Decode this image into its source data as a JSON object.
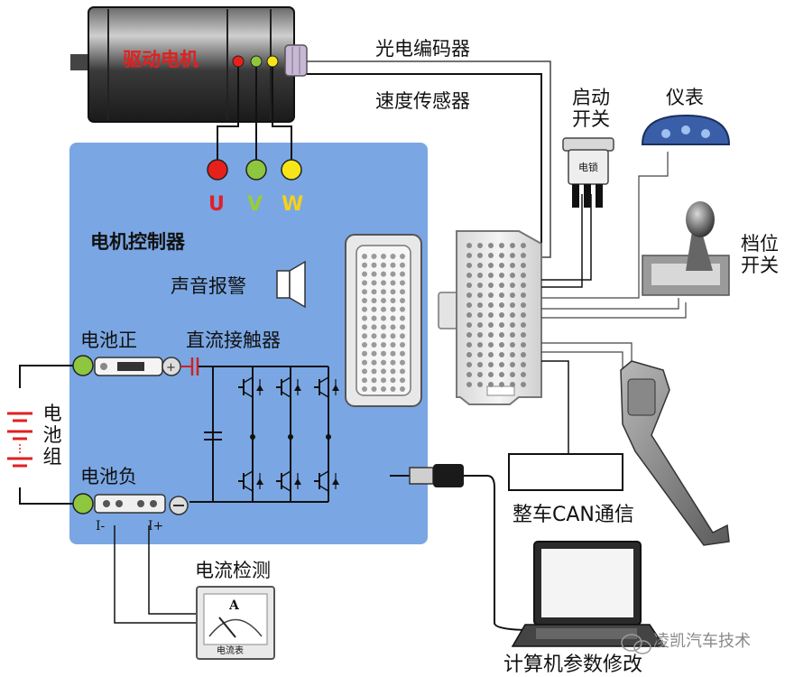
{
  "motor": {
    "label": "驱动电机",
    "label_color": "#e02020"
  },
  "signals": {
    "encoder": "光电编码器",
    "speed_sensor": "速度传感器"
  },
  "phases": [
    {
      "letter": "U",
      "color": "#e8201c"
    },
    {
      "letter": "V",
      "color": "#8ec63f"
    },
    {
      "letter": "W",
      "color": "#f7e51a"
    }
  ],
  "phase_letter_colors": {
    "U": "#e0202a",
    "V": "#9acd32",
    "W": "#f4d11a"
  },
  "controller": {
    "title": "电机控制器",
    "alarm": "声音报警",
    "battery_positive": "电池正",
    "dc_contactor": "直流接触器",
    "battery_negative": "电池负",
    "shunt_marks": [
      "I-",
      "I+"
    ],
    "panel_color": "#7aa7e3"
  },
  "battery_pack": "电池组",
  "current_sensing": {
    "label": "电流检测",
    "meter_symbol": "A",
    "meter_caption": "电流表"
  },
  "start_switch": {
    "label": "启动开关",
    "lock_text": "电锁"
  },
  "dashboard": {
    "label": "仪表"
  },
  "gear_switch": {
    "label": "档位开关"
  },
  "can_bus": {
    "label": "整车CAN通信"
  },
  "laptop": {
    "label": "计算机参数修改"
  },
  "watermark": "凌凯汽车技术"
}
